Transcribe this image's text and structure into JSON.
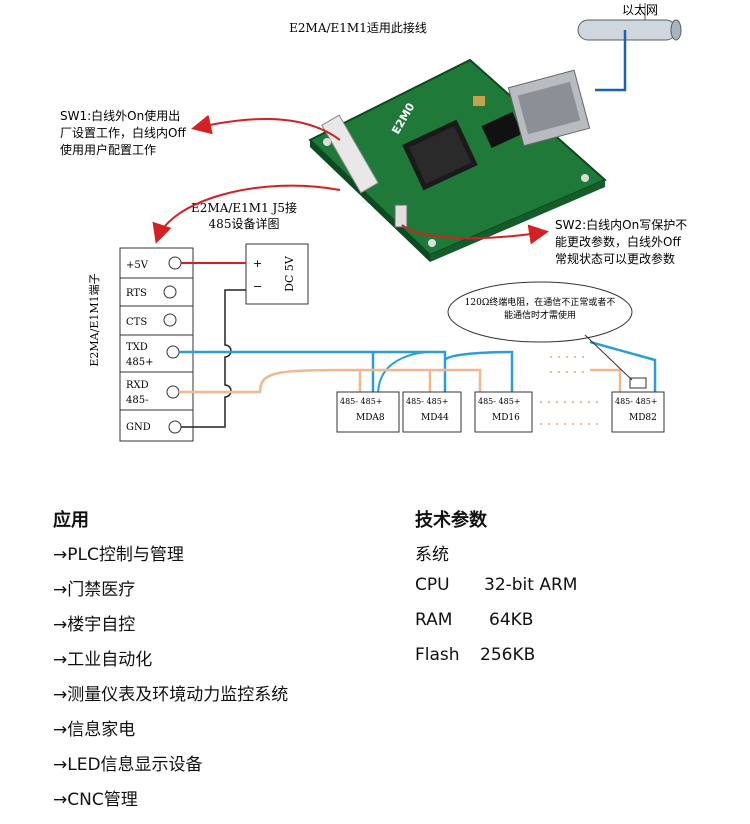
{
  "diagram": {
    "title": "E2MA/E1M1适用此接线",
    "ethernet_label": "以太网",
    "sw1_note": [
      "SW1:白线外On使用出",
      "厂设置工作，白线内Off",
      "使用用户配置工作"
    ],
    "sw2_note": [
      "SW2:白线内On写保护不",
      "能更改参数，白线外Off",
      "常规状态可以更改参数"
    ],
    "j5_label": [
      "E2MA/E1M1 J5接",
      "485设备详图"
    ],
    "terminal_title": "E2MA/E1M1端子",
    "terminal_pins": [
      "+5V",
      "RTS",
      "CTS",
      "TXD\n485+",
      "RXD\n485-",
      "GND"
    ],
    "dc_label": "DC 5V",
    "dc_plus": "+",
    "dc_minus": "−",
    "termination_note": [
      "120Ω终端电阻，在通信不正常或者不",
      "能通信时才需使用"
    ],
    "board_label": "E2M0",
    "devices": [
      {
        "name": "MDA8",
        "pins": "485-  485+"
      },
      {
        "name": "MD44",
        "pins": "485-    485+"
      },
      {
        "name": "MD16",
        "pins": "485-    485+"
      },
      {
        "name": "MD82",
        "pins": "485-  485+"
      }
    ]
  },
  "applications": {
    "title": "应用",
    "items": [
      "→PLC控制与管理",
      "→门禁医疗",
      "→楼宇自控",
      "→工业自动化",
      "→测量仪表及环境动力监控系统",
      "→信息家电",
      "→LED信息显示设备",
      "→CNC管理"
    ]
  },
  "specs": {
    "title": "技术参数",
    "subtitle": "系统",
    "rows": [
      {
        "key": "CPU",
        "value": "32-bit ARM"
      },
      {
        "key": "RAM",
        "value": "64KB"
      },
      {
        "key": "Flash",
        "value": "256KB"
      }
    ]
  },
  "colors": {
    "red_wire": "#d42020",
    "blue_wire": "#2a9fd6",
    "tan_wire": "#f0b890",
    "pcb_green": "#1f7a3a",
    "ethernet_blue": "#1f5fb0"
  }
}
